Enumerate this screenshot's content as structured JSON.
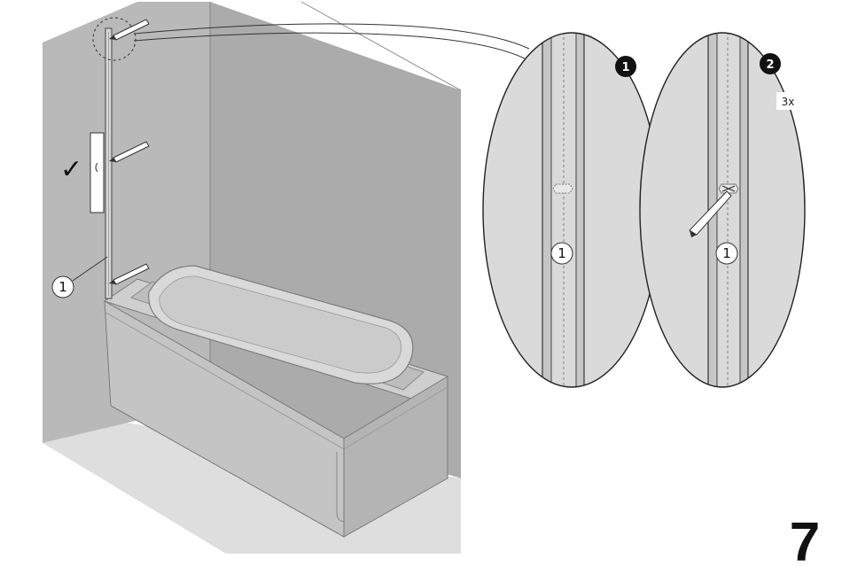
{
  "page_number": "7",
  "part_label": "1",
  "steps": [
    {
      "number": "1",
      "label": "1"
    },
    {
      "number": "2",
      "label": "1",
      "repeat": "3x"
    }
  ],
  "check_mark": "✓"
}
